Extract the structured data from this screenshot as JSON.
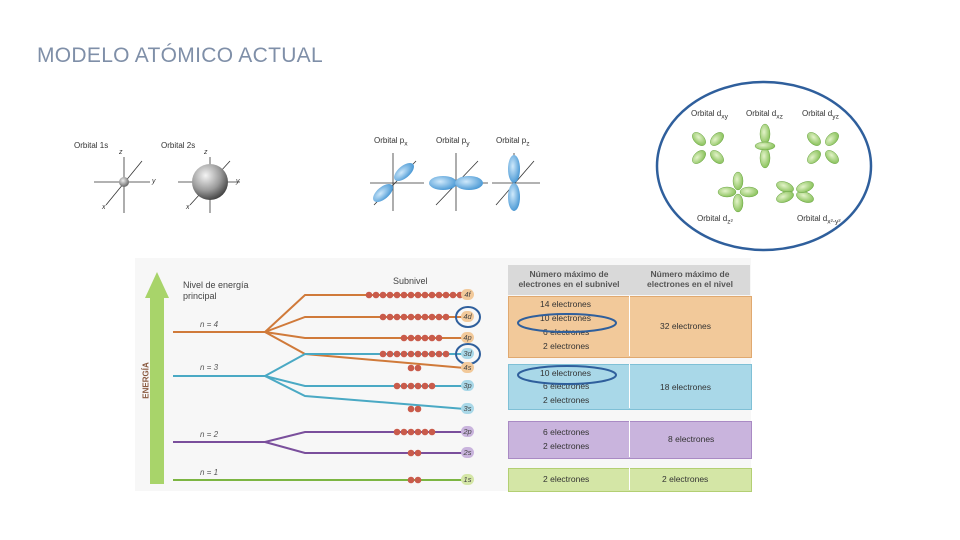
{
  "title": "MODELO ATÓMICO ACTUAL",
  "orbitals_s": {
    "label_1s": "Orbital 1s",
    "label_2s": "Orbital 2s"
  },
  "orbitals_p": {
    "label_px": "Orbital p",
    "sub_px": "x",
    "label_py": "Orbital p",
    "sub_py": "y",
    "label_pz": "Orbital p",
    "sub_pz": "z"
  },
  "orbitals_d": {
    "label_dxy": "Orbital d",
    "sub_dxy": "xy",
    "label_dxz": "Orbital d",
    "sub_dxz": "xz",
    "label_dyz": "Orbital d",
    "sub_dyz": "yz",
    "label_dz2": "Orbital d",
    "sub_dz2": "z²",
    "label_dx2y2": "Orbital d",
    "sub_dx2y2": "x²-y²"
  },
  "axes": {
    "x": "x",
    "y": "y",
    "z": "z"
  },
  "energy_diagram": {
    "axis_label": "ENERGÍA",
    "level_header": "Nivel de energía principal",
    "sublevel_header": "Subnivel",
    "col_header_1": "Número máximo de electrones en el subnivel",
    "col_header_2": "Número máximo de electrones en el nivel",
    "levels": [
      {
        "n": "n = 4",
        "sublevels": [
          "4f",
          "4d",
          "4p",
          "4s"
        ],
        "sub_electrons": [
          "14 electrones",
          "10 electrones",
          "6 electrones",
          "2 electrones"
        ],
        "total": "32 electrones",
        "color": "#d07a3a",
        "box_color": "#f2c99a"
      },
      {
        "n": "n = 3",
        "sublevels": [
          "3d",
          "3p",
          "3s"
        ],
        "sub_electrons": [
          "10 electrones",
          "6 electrones",
          "2 electrones"
        ],
        "total": "18 electrones",
        "color": "#4aa9c4",
        "box_color": "#a9d8e8"
      },
      {
        "n": "n = 2",
        "sublevels": [
          "2p",
          "2s"
        ],
        "sub_electrons": [
          "6 electrones",
          "2 electrones"
        ],
        "total": "8 electrones",
        "color": "#7a4f9c",
        "box_color": "#c9b4dd"
      },
      {
        "n": "n = 1",
        "sublevels": [
          "1s"
        ],
        "sub_electrons": [
          "2 electrones"
        ],
        "total": "2 electrones",
        "color": "#7cb542",
        "box_color": "#d4e6a6"
      }
    ]
  },
  "colors": {
    "highlight_circle": "#2f5f9c",
    "energy_arrow": "#a8d46a",
    "title": "#7f8fa8"
  }
}
